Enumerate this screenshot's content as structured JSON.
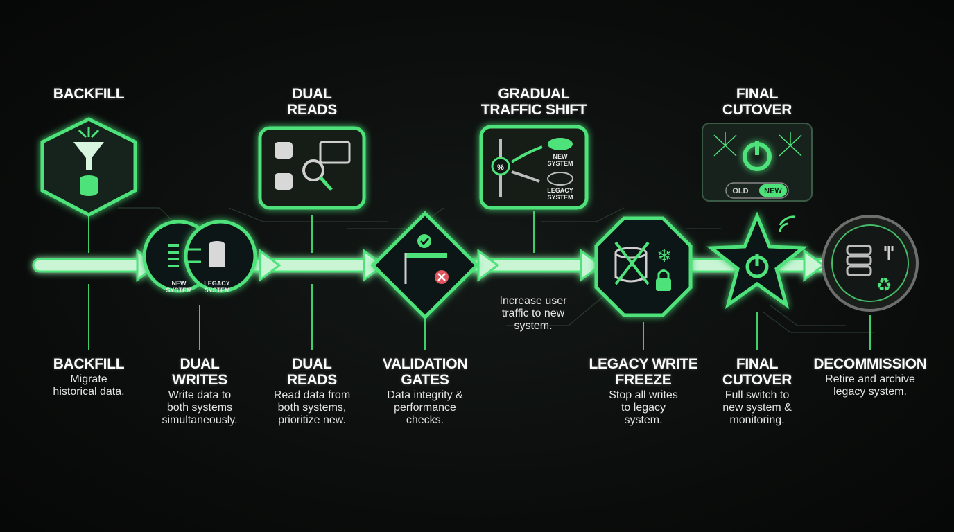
{
  "colors": {
    "accent": "#4ee27a",
    "background": "#0b0d0c",
    "text": "#f2f2f2"
  },
  "top_labels": {
    "backfill": {
      "title": "BACKFILL"
    },
    "dual_reads": {
      "title_1": "DUAL",
      "title_2": "READS"
    },
    "traffic_shift": {
      "title_1": "GRADUAL",
      "title_2": "TRAFFIC SHIFT",
      "desc_1": "Increase user",
      "desc_2": "traffic to new",
      "desc_3": "system."
    },
    "final_cutover": {
      "title_1": "FINAL",
      "title_2": "CUTOVER"
    }
  },
  "icon_text": {
    "new_system_1": "NEW",
    "new_system_2": "SYSTEM",
    "legacy_system_1": "LEGACY",
    "legacy_system_2": "SYSTEM",
    "percent": "%",
    "toggle_old": "OLD",
    "toggle_new": "NEW"
  },
  "steps": [
    {
      "title_1": "BACKFILL",
      "title_2": "",
      "desc_1": "Migrate",
      "desc_2": "historical data.",
      "desc_3": ""
    },
    {
      "title_1": "DUAL",
      "title_2": "WRITES",
      "desc_1": "Write data to",
      "desc_2": "both systems",
      "desc_3": "simultaneously."
    },
    {
      "title_1": "DUAL",
      "title_2": "READS",
      "desc_1": "Read data from",
      "desc_2": "both systems,",
      "desc_3": "prioritize new."
    },
    {
      "title_1": "VALIDATION",
      "title_2": "GATES",
      "desc_1": "Data integrity &",
      "desc_2": "performance",
      "desc_3": "checks."
    },
    {
      "title_1": "LEGACY WRITE",
      "title_2": "FREEZE",
      "desc_1": "Stop all writes",
      "desc_2": "to legacy",
      "desc_3": "system."
    },
    {
      "title_1": "FINAL",
      "title_2": "CUTOVER",
      "desc_1": "Full switch to",
      "desc_2": "new system &",
      "desc_3": "monitoring."
    },
    {
      "title_1": "DECOMMISSION",
      "title_2": "",
      "desc_1": "Retire and archive",
      "desc_2": "legacy system.",
      "desc_3": ""
    }
  ]
}
